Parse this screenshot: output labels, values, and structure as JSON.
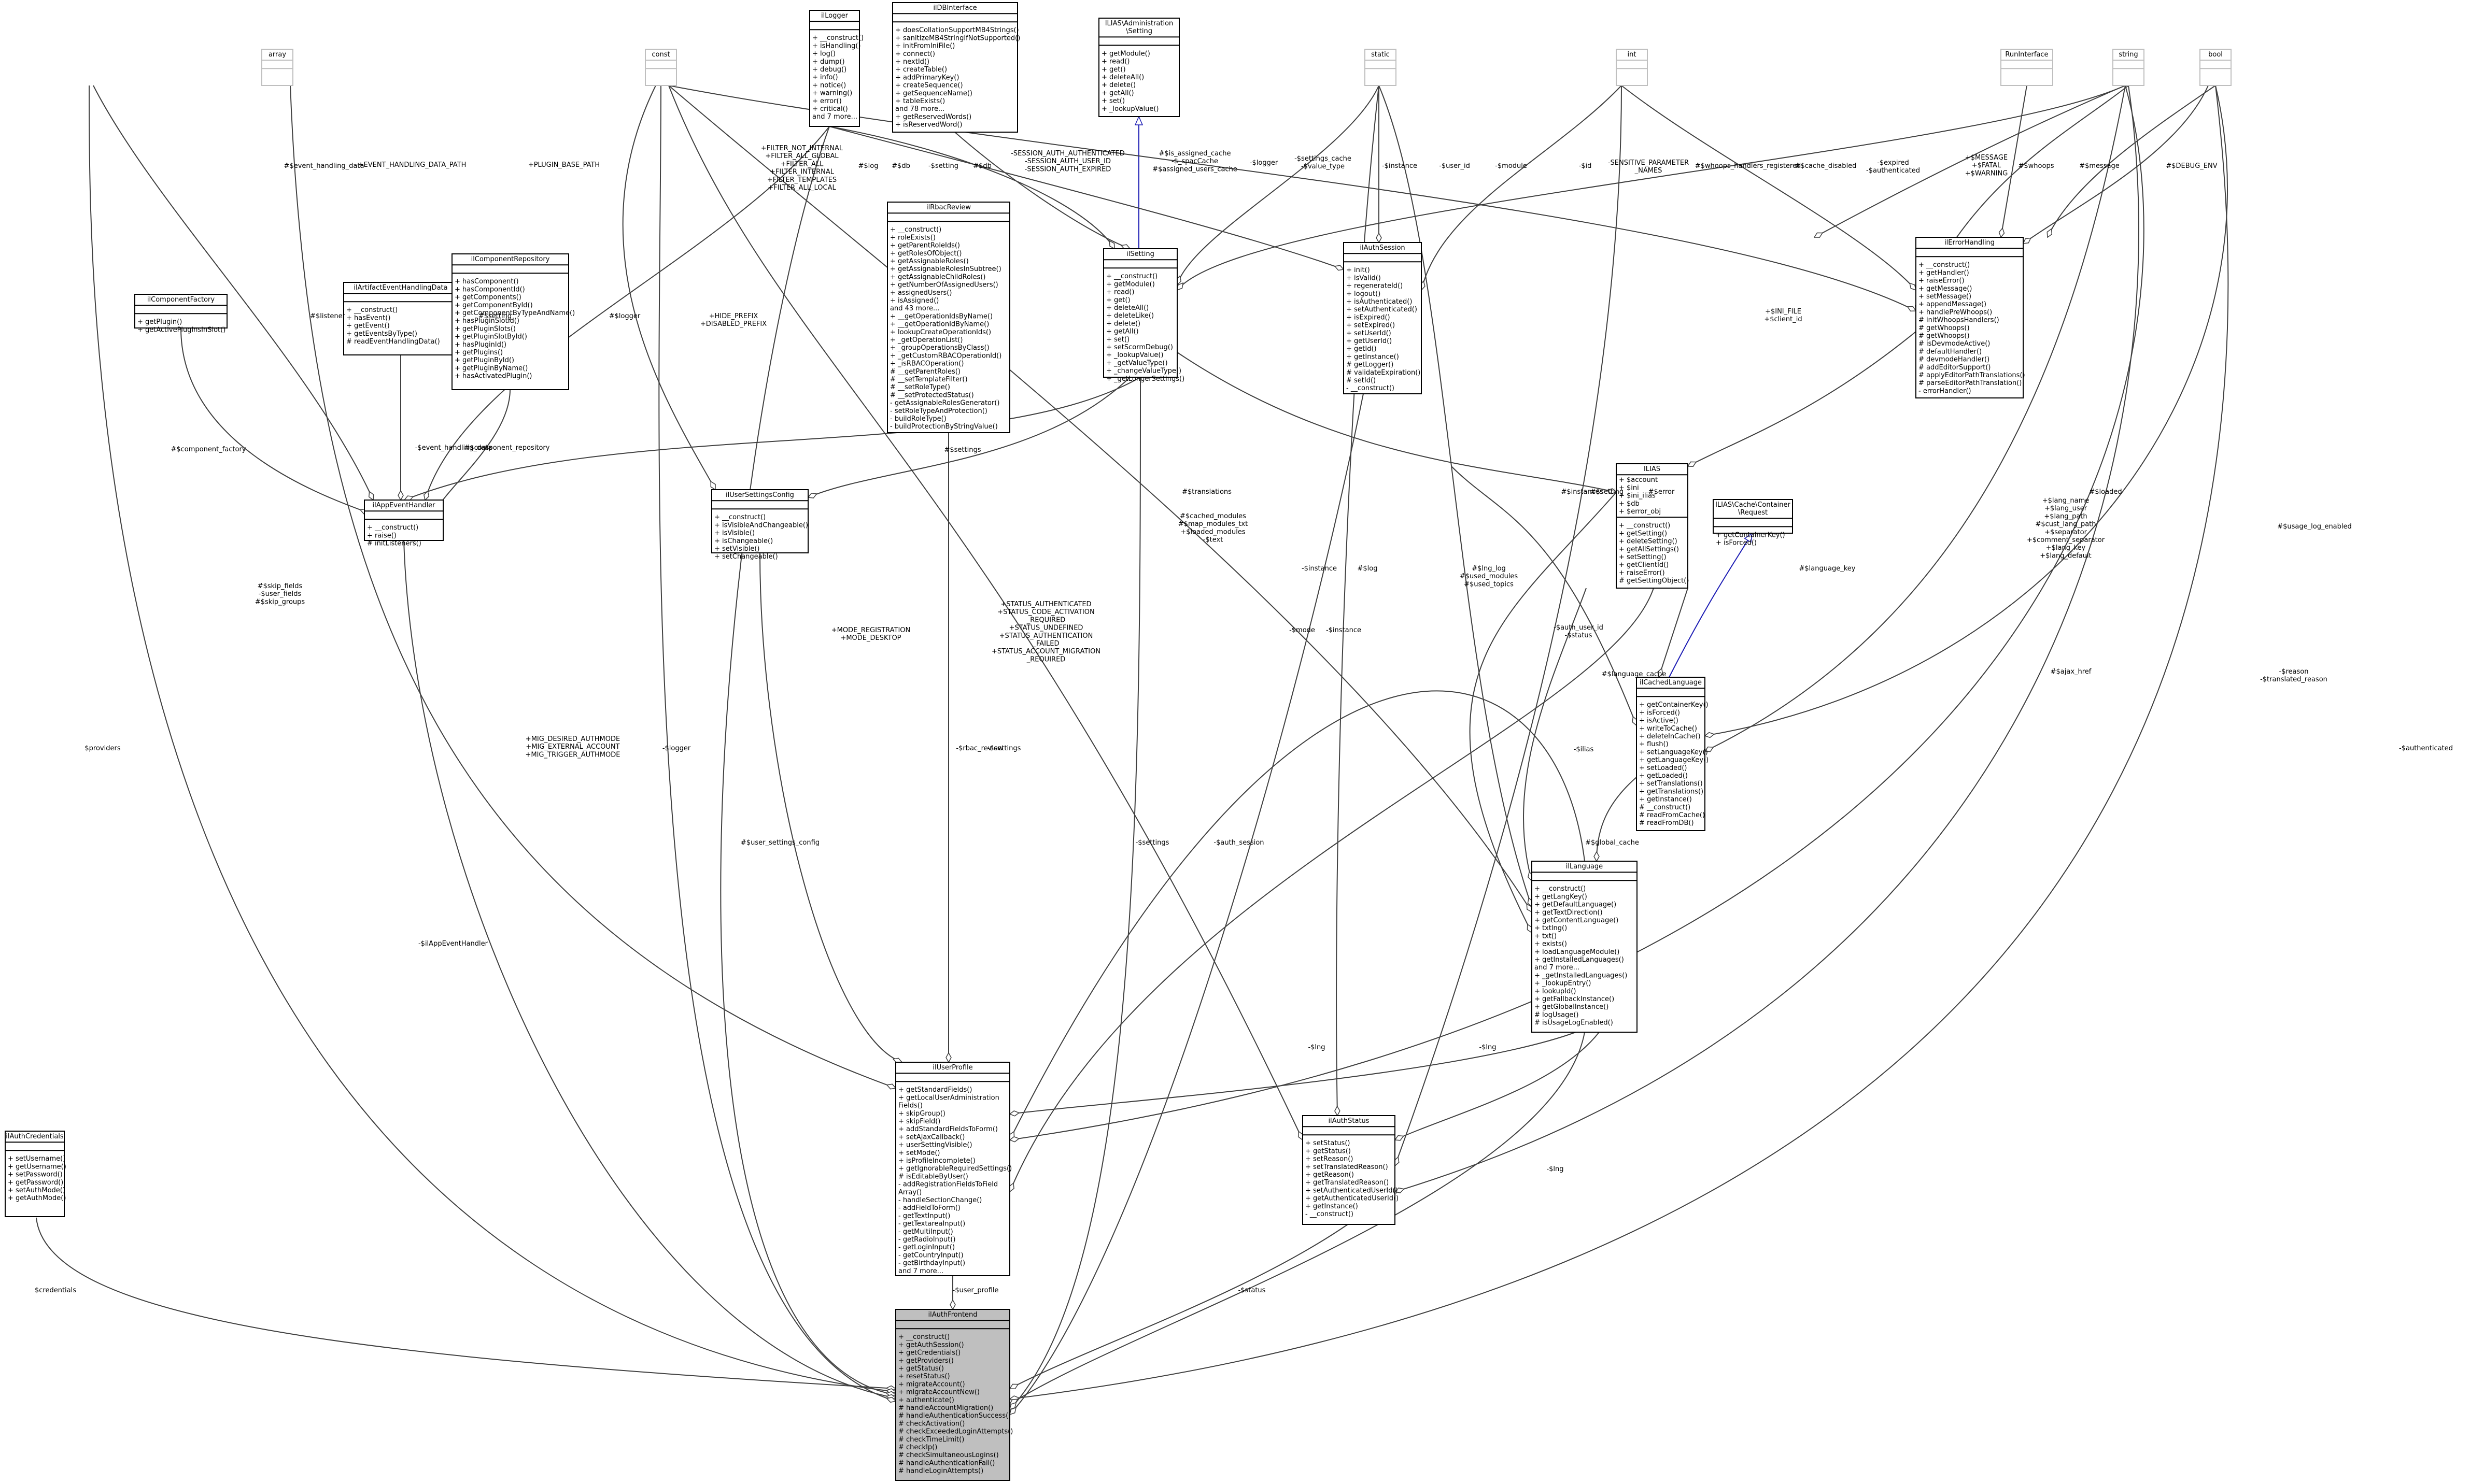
{
  "classes": {
    "iAuthFrontend": {
      "name": "ilAuthFrontend",
      "attributes": [],
      "methods": [
        "+ __construct()",
        "+ getAuthSession()",
        "+ getCredentials()",
        "+ getProviders()",
        "+ getStatus()",
        "+ resetStatus()",
        "+ migrateAccount()",
        "+ migrateAccountNew()",
        "+ authenticate()",
        "# handleAccountMigration()",
        "# handleAuthenticationSuccess()",
        "# checkActivation()",
        "# checkExceededLoginAttempts()",
        "# checkTimeLimit()",
        "# checkIp()",
        "# checkSimultaneousLogins()",
        "# handleAuthenticationFail()",
        "# handleLoginAttempts()"
      ]
    },
    "iAuthCredentials": {
      "name": "ilAuthCredentials",
      "attributes": [],
      "methods": [
        "+ setUsername()",
        "+ getUsername()",
        "+ setPassword()",
        "+ getPassword()",
        "+ setAuthMode()",
        "+ getAuthMode()"
      ]
    },
    "iUserProfile": {
      "name": "ilUserProfile",
      "attributes": [],
      "methods": [
        "+ getStandardFields()",
        "+ getLocalUserAdministration",
        "Fields()",
        "+ skipGroup()",
        "+ skipField()",
        "+ addStandardFieldsToForm()",
        "+ setAjaxCallback()",
        "+ userSettingVisible()",
        "+ setMode()",
        "+ isProfileIncomplete()",
        "+ getIgnorableRequiredSettings()",
        "# isEditableByUser()",
        "- addRegistrationFieldsToField",
        "Array()",
        "- handleSectionChange()",
        "- addFieldToForm()",
        "- getTextInput()",
        "- getTextareaInput()",
        "- getMultiInput()",
        "- getRadioInput()",
        "- getLoginInput()",
        "- getCountryInput()",
        "- getBirthdayInput()",
        "and 7 more..."
      ]
    },
    "iAuthStatus": {
      "name": "ilAuthStatus",
      "attributes": [],
      "methods": [
        "+ setStatus()",
        "+ getStatus()",
        "+ setReason()",
        "+ setTranslatedReason()",
        "+ getReason()",
        "+ getTranslatedReason()",
        "+ setAuthenticatedUserId()",
        "+ getAuthenticatedUserId()",
        "+ getInstance()",
        "- __construct()"
      ]
    },
    "iLanguage": {
      "name": "ilLanguage",
      "attributes": [],
      "methods": [
        "+ __construct()",
        "+ getLangKey()",
        "+ getDefaultLanguage()",
        "+ getTextDirection()",
        "+ getContentLanguage()",
        "+ txtlng()",
        "+ txt()",
        "+ exists()",
        "+ loadLanguageModule()",
        "+ getInstalledLanguages()",
        "and 7 more...",
        "+ _getInstalledLanguages()",
        "+ _lookupEntry()",
        "+ lookupId()",
        "+ getFallbackInstance()",
        "+ getGlobalInstance()",
        "# logUsage()",
        "# isUsageLogEnabled()"
      ]
    },
    "iCachedLanguage": {
      "name": "ilCachedLanguage",
      "attributes": [],
      "methods": [
        "+ getContainerKey()",
        "+ isForced()",
        "+ isActive()",
        "+ writeToCache()",
        "+ deleteInCache()",
        "+ flush()",
        "+ setLanguageKey()",
        "+ getLanguageKey()",
        "+ setLoaded()",
        "+ getLoaded()",
        "+ setTranslations()",
        "+ getTranslations()",
        "+ getInstance()",
        "# __construct()",
        "# readFromCache()",
        "# readFromDB()"
      ]
    },
    "iCacheReq": {
      "name": "ILIAS\\Cache\\Container",
      "name2": "\\Request",
      "attributes": [],
      "methods": [
        "+ getContainerKey()",
        "+ isForced()"
      ]
    },
    "iILIAS": {
      "name": "ILIAS",
      "attributes": [
        "+ $account",
        "+ $ini",
        "+ $ini_ilias",
        "+ $db",
        "+ $error_obj"
      ],
      "methods": [
        "+ __construct()",
        "+ getSetting()",
        "+ deleteSetting()",
        "+ getAllSettings()",
        "+ setSetting()",
        "+ getClientId()",
        "+ raiseError()",
        "# getSettingObject()"
      ]
    },
    "iErrorHandling": {
      "name": "ilErrorHandling",
      "attributes": [],
      "methods": [
        "+ __construct()",
        "+ getHandler()",
        "+ raiseError()",
        "+ getMessage()",
        "+ setMessage()",
        "+ appendMessage()",
        "+ handlePreWhoops()",
        "# initWhoopsHandlers()",
        "# getWhoops()",
        "# getWhoops()",
        "# isDevmodeActive()",
        "# defaultHandler()",
        "# devmodeHandler()",
        "# addEditorSupport()",
        "# applyEditorPathTranslations()",
        "# parseEditorPathTranslation()",
        "- errorHandler()"
      ]
    },
    "iAuthSession": {
      "name": "ilAuthSession",
      "attributes": [],
      "methods": [
        "+ init()",
        "+ isValid()",
        "+ regenerateId()",
        "+ logout()",
        "+ isAuthenticated()",
        "+ setAuthenticated()",
        "+ isExpired()",
        "+ setExpired()",
        "+ setUserId()",
        "+ getUserId()",
        "+ getId()",
        "+ getInstance()",
        "# getLogger()",
        "# validateExpiration()",
        "# setId()",
        "- __construct()"
      ]
    },
    "iSetting": {
      "name": "ilSetting",
      "attributes": [],
      "methods": [
        "+ __construct()",
        "+ getModule()",
        "+ read()",
        "+ get()",
        "+ deleteAll()",
        "+ deleteLike()",
        "+ delete()",
        "+ getAll()",
        "+ set()",
        "+ setScormDebug()",
        "+ _lookupValue()",
        "+ _getValueType()",
        "+ _changeValueType()",
        "+ _getLongerSettings()"
      ]
    },
    "iRbacReview": {
      "name": "ilRbacReview",
      "attributes": [],
      "methods": [
        "+ __construct()",
        "+ roleExists()",
        "+ getParentRoleIds()",
        "+ getRolesOfObject()",
        "+ getAssignableRoles()",
        "+ getAssignableRolesInSubtree()",
        "+ getAssignableChildRoles()",
        "+ getNumberOfAssignedUsers()",
        "+ assignedUsers()",
        "+ isAssigned()",
        "and 43 more...",
        "+ __getOperationIdsByName()",
        "+ __getOperationIdByName()",
        "+ lookupCreateOperationIds()",
        "+ _getOperationList()",
        "+ _groupOperationsByClass()",
        "+ _getCustomRBACOperationId()",
        "+ _isRBACOperation()",
        "# __getParentRoles()",
        "# __setTemplateFilter()",
        "# __setRoleType()",
        "# __setProtectedStatus()",
        "- getAssignableRolesGenerator()",
        "- setRoleTypeAndProtection()",
        "- buildRoleType()",
        "- buildProtectionByStringValue()"
      ]
    },
    "iUserSettingsConfig": {
      "name": "ilUserSettingsConfig",
      "attributes": [],
      "methods": [
        "+ __construct()",
        "+ isVisibleAndChangeable()",
        "+ isVisible()",
        "+ isChangeable()",
        "+ setVisible()",
        "+ setChangeable()"
      ]
    },
    "iAppEventHandler": {
      "name": "ilAppEventHandler",
      "attributes": [],
      "methods": [
        "+ __construct()",
        "+ raise()",
        "# initListeners()"
      ]
    },
    "iComponentFactory": {
      "name": "ilComponentFactory",
      "attributes": [],
      "methods": [
        "+ getPlugin()",
        "+ getActivePluginsInSlot()"
      ]
    },
    "iArtifactEventHandlingData": {
      "name": "ilArtifactEventHandlingData",
      "attributes": [],
      "methods": [
        "+ __construct()",
        "+ hasEvent()",
        "+ getEvent()",
        "+ getEventsByType()",
        "# readEventHandlingData()"
      ]
    },
    "iComponentRepository": {
      "name": "ilComponentRepository",
      "attributes": [],
      "methods": [
        "+ hasComponent()",
        "+ hasComponentId()",
        "+ getComponents()",
        "+ getComponentById()",
        "+ getComponentByTypeAndName()",
        "+ hasPluginSlotId()",
        "+ getPluginSlots()",
        "+ getPluginSlotById()",
        "+ hasPluginId()",
        "+ getPlugins()",
        "+ getPluginById()",
        "+ getPluginByName()",
        "+ hasActivatedPlugin()"
      ]
    },
    "iLogger": {
      "name": "ilLogger",
      "attributes": [],
      "methods": [
        "+ __construct()",
        "+ isHandling()",
        "+ log()",
        "+ dump()",
        "+ debug()",
        "+ info()",
        "+ notice()",
        "+ warning()",
        "+ error()",
        "+ critical()",
        "and 7 more..."
      ]
    },
    "iDBInterface": {
      "name": "ilDBInterface",
      "attributes": [],
      "methods": [
        "+ doesCollationSupportMB4Strings()",
        "+ sanitizeMB4StringIfNotSupported()",
        "+ initFromIniFile()",
        "+ connect()",
        "+ nextId()",
        "+ createTable()",
        "+ addPrimaryKey()",
        "+ createSequence()",
        "+ getSequenceName()",
        "+ tableExists()",
        "and 78 more...",
        "+ getReservedWords()",
        "+ isReservedWord()"
      ]
    },
    "iAdminSetting": {
      "name": "ILIAS\\Administration",
      "name2": "\\Setting",
      "attributes": [],
      "methods": [
        "+ getModule()",
        "+ read()",
        "+ get()",
        "+ deleteAll()",
        "+ delete()",
        "+ getAll()",
        "+ set()",
        "+ _lookupValue()"
      ]
    },
    "iRunInterface": {
      "name": "RunInterface",
      "attributes": [],
      "methods": []
    },
    "iArray": {
      "name": "array",
      "attributes": [],
      "methods": []
    },
    "iConst": {
      "name": "const",
      "attributes": [],
      "methods": []
    },
    "iStatic": {
      "name": "static",
      "attributes": [],
      "methods": []
    },
    "iInt": {
      "name": "int",
      "attributes": [],
      "methods": []
    },
    "iString": {
      "name": "string",
      "attributes": [],
      "methods": []
    },
    "iBool": {
      "name": "bool",
      "attributes": [],
      "methods": []
    }
  },
  "edge_labels": {
    "credentials": "$credentials",
    "providers": "$providers",
    "logger_front": "-$logger",
    "app_event_handler": "-$ilAppEventHandler",
    "auth_modes": [
      "+MIG_DESIRED_AUTHMODE",
      "+MIG_EXTERNAL_ACCOUNT",
      "+MIG_TRIGGER_AUTHMODE"
    ],
    "user_profile": "-$user_profile",
    "status": "-$status",
    "authenticated": "-$authenticated",
    "lng_bottom": "-$lng",
    "settings_front": "-$settings",
    "auth_session": "-$auth_session",
    "rbac_review": "-$rbac_review",
    "user_settings_config": "#$user_settings_config",
    "skip_fields": [
      "#$skip_fields",
      "-$user_fields",
      "#$skip_groups"
    ],
    "listener": "#$listener",
    "component_factory": "#$component_factory",
    "event_handling_data": "-$event_handling_data",
    "component_repository": "#$component_repository",
    "event_handling_data_path": "+EVENT_HANDLING_DATA_PATH",
    "event_handling_data_arr": "#$event_handling_data",
    "plugin_base_path": "+PLUGIN_BASE_PATH",
    "setting_ev": "#$setting",
    "logger_ev": "#$logger",
    "hide_prefix": [
      "+HIDE_PREFIX",
      "+DISABLED_PREFIX"
    ],
    "filters": [
      "+FILTER_NOT_INTERNAL",
      "+FILTER_ALL_GLOBAL",
      "+FILTER_ALL",
      "+FILTER_INTERNAL",
      "+FILTER_TEMPLATES",
      "+FILTER_ALL_LOCAL"
    ],
    "log_rbac": "#$log",
    "db_rbac": "#$db",
    "settings_usc": "#$settings",
    "mode_constants": [
      "+MODE_REGISTRATION",
      "+MODE_DESKTOP"
    ],
    "status_constants": [
      "+STATUS_AUTHENTICATED",
      "+STATUS_CODE_ACTIVATION",
      "_REQUIRED",
      "+STATUS_UNDEFINED",
      "+STATUS_AUTHENTICATION",
      "_FAILED",
      "+STATUS_ACCOUNT_MIGRATION",
      "_REQUIRED"
    ],
    "settings_mid": "-$settings",
    "mode": "-$mode",
    "instance_status": "-$instance",
    "lng_profile": "-$lng",
    "lng_status": "-$lng",
    "setting_top": "-$setting",
    "db_top": "#$db",
    "session_constants": [
      "-SESSION_AUTH_AUTHENTICATED",
      "-SESSION_AUTH_USER_ID",
      "-SESSION_AUTH_EXPIRED"
    ],
    "cache_setting": [
      "#$is_assigned_cache",
      "-$_spacCache",
      "#$assigned_users_cache"
    ],
    "logger_session": "-$logger",
    "settings_cache": [
      "-$settings_cache",
      "-$value_type"
    ],
    "instance_session": "-$instance",
    "user_id": "-$user_id",
    "module": "-$module",
    "id": "-$id",
    "sensitive_params": [
      "-SENSITIVE_PARAMETER",
      "_NAMES"
    ],
    "whoops_registered": "#$whoops_handlers_registered",
    "cache_disabled": "#$cache_disabled",
    "expired": [
      "-$expired",
      "-$authenticated"
    ],
    "error_levels": [
      "+$MESSAGE",
      "+$FATAL",
      "+$WARNING"
    ],
    "whoops": "#$whoops",
    "message": "#$message",
    "debug_env": "#$DEBUG_ENV",
    "ini_file": [
      "+$INI_FILE",
      "+$client_id"
    ],
    "cached_modules": [
      "#$cached_modules",
      "#$map_modules_txt",
      "+$loaded_modules",
      "-$text"
    ],
    "lng_log": [
      "#$lng_log",
      "#$used_modules",
      "#$used_topics"
    ],
    "setting_ilias": "#$setting",
    "instances": "#$instances",
    "error": "#$error",
    "translations": "#$translations",
    "loaded": "#$loaded",
    "language_key": "#$language_key",
    "usage_log_enabled": "#$usage_log_enabled",
    "lang_fields": [
      "+$lang_name",
      "+$lang_user",
      "+$lang_path",
      "#$cust_lang_path",
      "+$separator",
      "+$comment_separator",
      "+$lang_key",
      "+$lang_default"
    ],
    "ajax_href": "#$ajax_href",
    "reason": [
      "-$reason",
      "-$translated_reason"
    ],
    "instance_lang": "-$instance",
    "auth_user_id": [
      "-$auth_user_id",
      "-$status"
    ],
    "log_lang": "#$log",
    "language_cache": "#$language_cache",
    "ilias": "-$ilias",
    "global_cache": "#$global_cache",
    "lng_out": "-$lng"
  },
  "colors": {
    "focus_fill": "#bfbfbf",
    "inherit_edge": "#1c1cb4",
    "edge": "#404040",
    "ghost_border": "#bfbfbf"
  }
}
